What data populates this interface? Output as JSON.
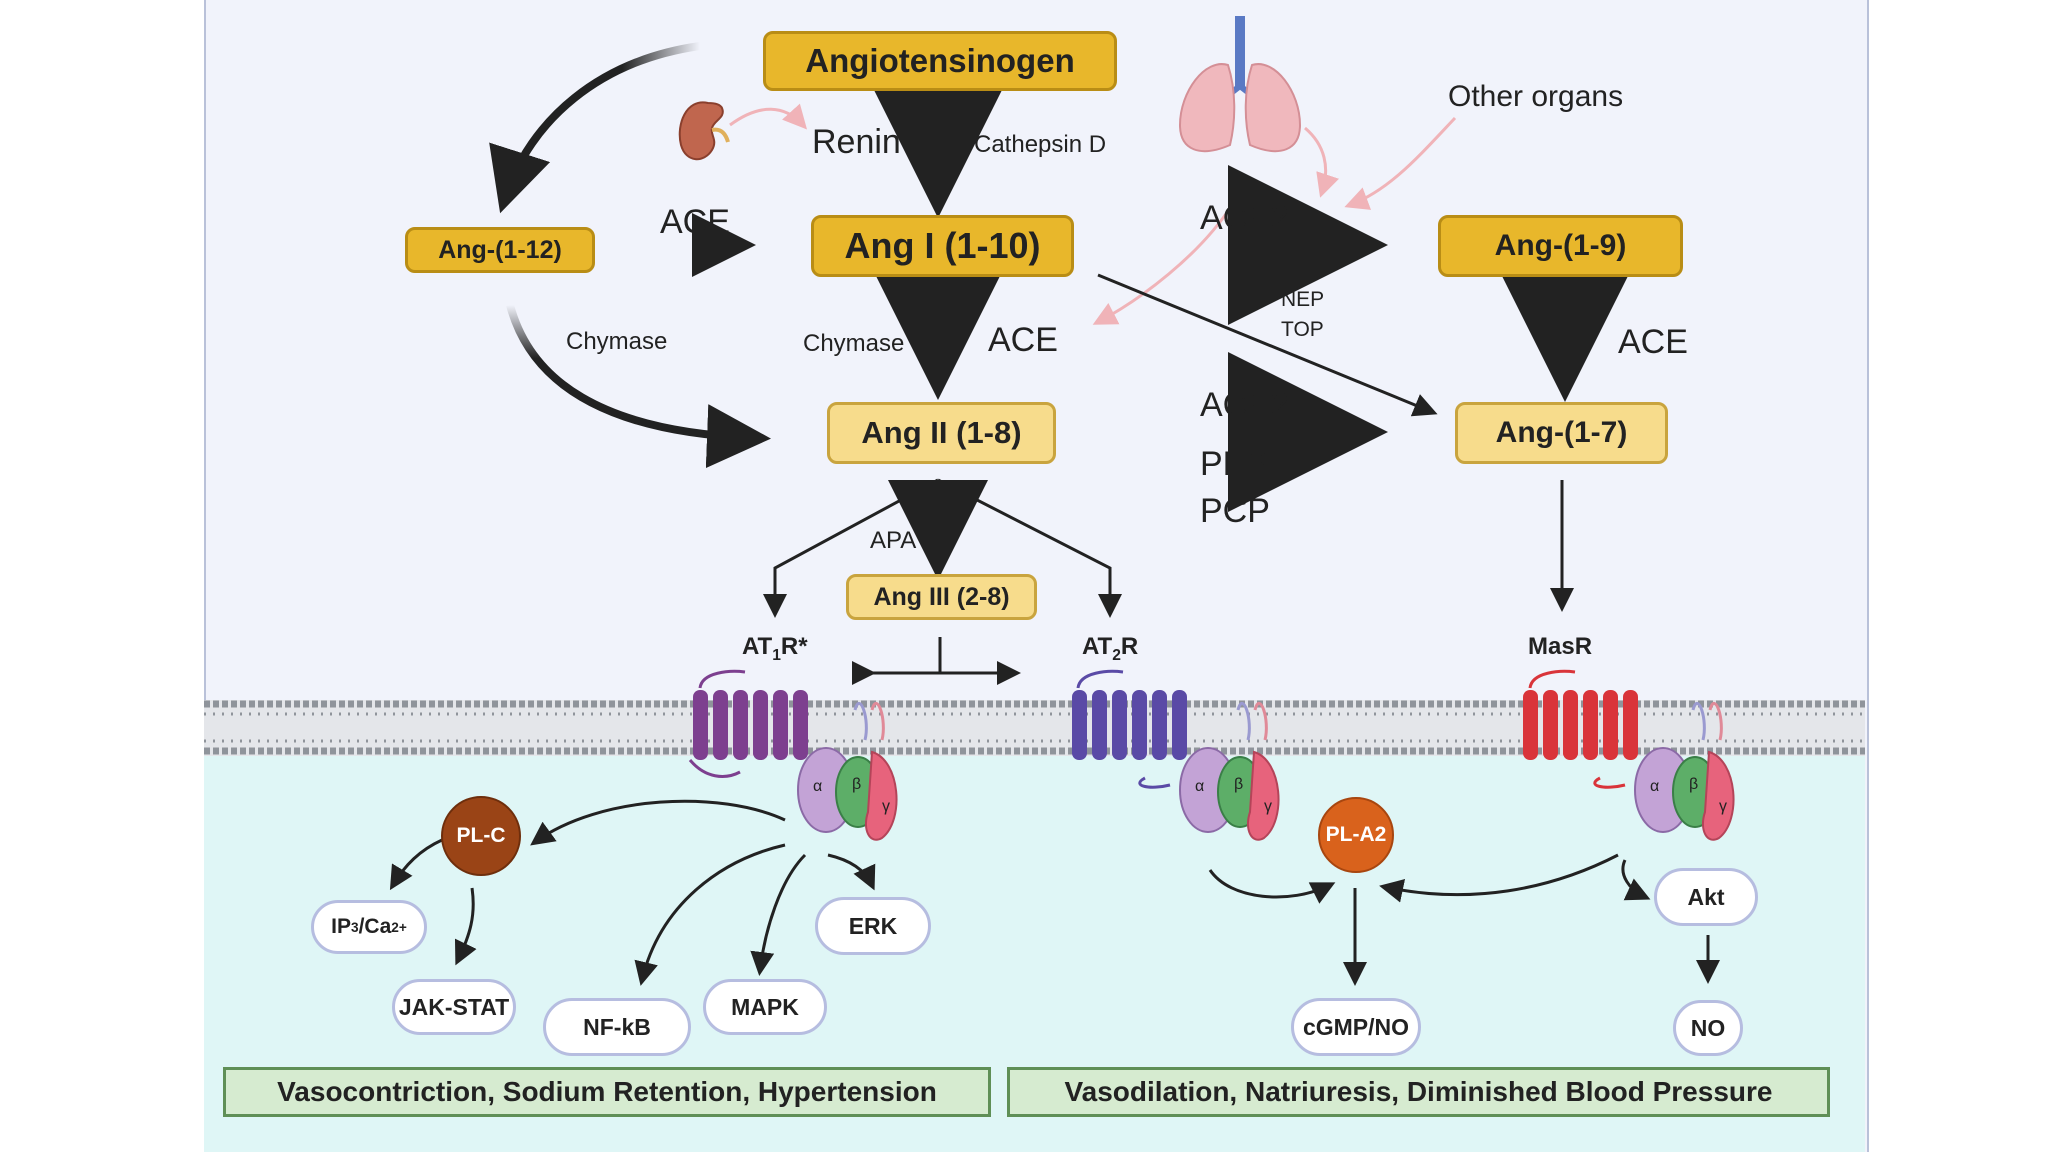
{
  "nodes": {
    "angiotensinogen": "Angiotensinogen",
    "ang_1_12": "Ang-(1-12)",
    "ang_I": "Ang I (1-10)",
    "ang_1_9": "Ang-(1-9)",
    "ang_II": "Ang II (1-8)",
    "ang_1_7": "Ang-(1-7)",
    "ang_III": "Ang III (2-8)"
  },
  "enzymes": {
    "renin": "Renin",
    "cathepsin_d": "Cathepsin D",
    "ace_top": "ACE",
    "ace2_top": "ACE2",
    "chymase_left": "Chymase",
    "chymase_mid": "Chymase",
    "ace_mid": "ACE",
    "nep": "NEP",
    "top": "TOP",
    "ace_right": "ACE",
    "ace2_bottom": "ACE2",
    "pep": "PEP",
    "pcp": "PCP",
    "apa": "APA"
  },
  "organs": {
    "other_organs": "Other organs",
    "kidney": "kidney-icon",
    "lungs": "lungs-icon"
  },
  "receptors": {
    "at1r": {
      "main": "AT",
      "sub": "1",
      "tail": "R*"
    },
    "at2r": {
      "main": "AT",
      "sub": "2",
      "tail": "R"
    },
    "masr": "MasR"
  },
  "g_protein": {
    "alpha": "α",
    "beta": "β",
    "gamma": "γ"
  },
  "signaling": {
    "plc": "PL-C",
    "ip3": {
      "main": "IP",
      "sub": "3",
      "mid": "/Ca",
      "sup": "2+"
    },
    "jak_stat": "JAK-STAT",
    "nfkb": "NF-kB",
    "mapk": "MAPK",
    "erk": "ERK",
    "pla2": "PL-A2",
    "cgmp": "cGMP/NO",
    "akt": "Akt",
    "no": "NO"
  },
  "outcomes": {
    "left": "Vasocontriction, Sodium Retention, Hypertension",
    "right": "Vasodilation, Natriuresis, Diminished Blood Pressure"
  },
  "colors": {
    "gold_box": "#e8b72b",
    "pale_box": "#f7dc8c",
    "at1r": "#7d3f8f",
    "at2r": "#5a4aa6",
    "masr": "#d9343a",
    "plc": "#9a4416",
    "pla2": "#d9621c",
    "outcome": "#d6ebd0"
  }
}
